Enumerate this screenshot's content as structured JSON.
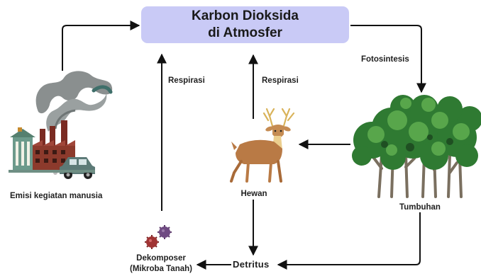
{
  "title": {
    "line1": "Karbon Dioksida",
    "line2": "di Atmosfer"
  },
  "labels": {
    "photosynthesis": "Fotosintesis",
    "respiration_decomposer": "Respirasi",
    "respiration_animal": "Respirasi",
    "human_emission": "Emisi kegiatan manusia",
    "animal": "Hewan",
    "plant": "Tumbuhan",
    "decomposer_line1": "Dekomposer",
    "decomposer_line2": "(Mikroba Tanah)",
    "detritus": "Detritus"
  },
  "icons": [
    "factory-icon",
    "car-icon",
    "deer-icon",
    "tree-icon",
    "microbe-icon"
  ],
  "colors": {
    "title_box": "#c9caf6",
    "arrow": "#111111",
    "tree": "#3f8f3a",
    "deer": "#b97a45",
    "smoke": "#8a8f8f"
  }
}
